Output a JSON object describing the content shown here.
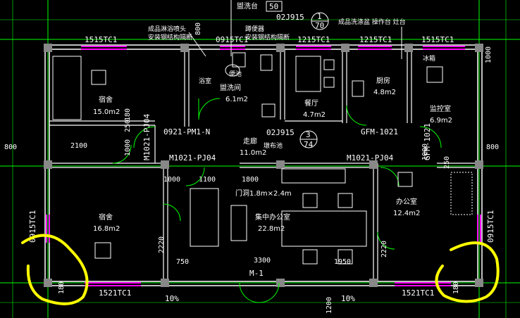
{
  "drawing": {
    "colors": {
      "wall": "#ffffff",
      "window": "#ff00ff",
      "door": "#00ff00",
      "dim": "#00ff00",
      "grid": "#00ff00",
      "highlight": "#ffff00",
      "column": "#888888"
    },
    "rooms": [
      {
        "name": "宿舍",
        "area": "15.0m2"
      },
      {
        "name": "宿舍",
        "area": "16.8m2"
      },
      {
        "name": "盥洗间",
        "area": "6.1m2"
      },
      {
        "name": "餐厅",
        "area": "4.7m2"
      },
      {
        "name": "厨房",
        "area": "4.8m2"
      },
      {
        "name": "监控室",
        "area": "6.9m2"
      },
      {
        "name": "走廊",
        "area": "11.0m2"
      },
      {
        "name": "集中办公室",
        "area": "22.8m2"
      },
      {
        "name": "办公室",
        "area": "12.4m2"
      }
    ],
    "windows": {
      "w_top_left": "1515TC1",
      "w_top_mid": "0915TC1",
      "w_top_r1": "1215TC1",
      "w_top_r2": "1215TC1",
      "w_top_r3": "1515TC1",
      "w_bot_left": "1521TC1",
      "w_bot_right": "1521TC1",
      "w_left": "0915TC1",
      "w_right": "0915TC1"
    },
    "doors": {
      "d1": "0921-PM1-N",
      "d2": "GFM-1021",
      "d3": "M1021-PJ04",
      "d4": "M1021-PJ04",
      "d5": "M1021-PJ04",
      "d6": "GFM-1021",
      "main": "M-1",
      "opening": "门洞1.8m×2.4m"
    },
    "labels": {
      "top_callout": "盥洗台",
      "callout_top_num": "50",
      "callout_ref1": "02J915",
      "callout_ref_a": "1",
      "callout_ref_b": "70",
      "note1_line1": "成品淋浴喷头",
      "note1_line2": "安装钢结构隔断",
      "note2_line1": "蹲便器",
      "note2_line2": "安装钢结构隔断",
      "note3": "成品洗涤盆  操作台  灶台",
      "note_bingxiang": "冰箱",
      "note_yushi": "浴室",
      "note_bianchi": "便池",
      "note_mopool": "墩布池",
      "ref2": "02J915",
      "ref2_a": "3",
      "ref2_b": "74",
      "slope_left": "10%",
      "slope_right": "10%"
    },
    "dimensions": {
      "d_800_top": "800",
      "d_800_left": "800",
      "d_800_right": "800",
      "d_1000_right": "1000",
      "d_2100": "2100",
      "d_1000": "1000",
      "d_250": "250",
      "d_250b": "250",
      "d_1000b": "1000",
      "d_1100": "1100",
      "d_1800": "1800",
      "d_2220": "2220",
      "d_2220b": "2220",
      "d_750": "750",
      "d_3300": "3300",
      "d_1950": "1950",
      "d_1200": "1200",
      "d_180a": "180",
      "d_180b": "180",
      "d_180c": "180",
      "d_1000c": "1000"
    }
  }
}
